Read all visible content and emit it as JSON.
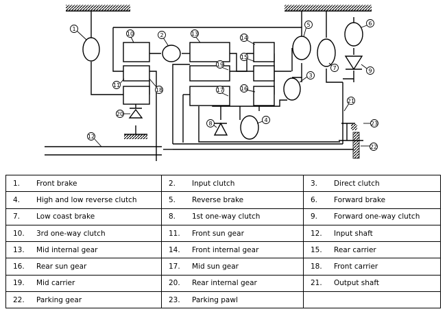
{
  "diagram": {
    "callouts": [
      "1",
      "2",
      "3",
      "4",
      "5",
      "6",
      "7",
      "8",
      "9",
      "10",
      "11",
      "12",
      "13",
      "14",
      "15",
      "16",
      "17",
      "18",
      "19",
      "20",
      "21",
      "22",
      "23"
    ]
  },
  "legend": {
    "rows": [
      [
        {
          "num": "1.",
          "label": "Front brake"
        },
        {
          "num": "2.",
          "label": "Input clutch"
        },
        {
          "num": "3.",
          "label": "Direct clutch"
        }
      ],
      [
        {
          "num": "4.",
          "label": "High and low reverse clutch"
        },
        {
          "num": "5.",
          "label": "Reverse brake"
        },
        {
          "num": "6.",
          "label": "Forward brake"
        }
      ],
      [
        {
          "num": "7.",
          "label": "Low coast brake"
        },
        {
          "num": "8.",
          "label": "1st one-way clutch"
        },
        {
          "num": "9.",
          "label": "Forward one-way clutch"
        }
      ],
      [
        {
          "num": "10.",
          "label": "3rd one-way clutch"
        },
        {
          "num": "11.",
          "label": "Front sun gear"
        },
        {
          "num": "12.",
          "label": "Input shaft"
        }
      ],
      [
        {
          "num": "13.",
          "label": "Mid internal gear"
        },
        {
          "num": "14.",
          "label": "Front internal gear"
        },
        {
          "num": "15.",
          "label": "Rear carrier"
        }
      ],
      [
        {
          "num": "16.",
          "label": "Rear sun gear"
        },
        {
          "num": "17.",
          "label": "Mid sun gear"
        },
        {
          "num": "18.",
          "label": "Front carrier"
        }
      ],
      [
        {
          "num": "19.",
          "label": "Mid carrier"
        },
        {
          "num": "20.",
          "label": "Rear internal gear"
        },
        {
          "num": "21.",
          "label": "Output shaft"
        }
      ],
      [
        {
          "num": "22.",
          "label": "Parking gear"
        },
        {
          "num": "23.",
          "label": "Parking pawl"
        },
        {
          "num": "",
          "label": ""
        }
      ]
    ]
  }
}
